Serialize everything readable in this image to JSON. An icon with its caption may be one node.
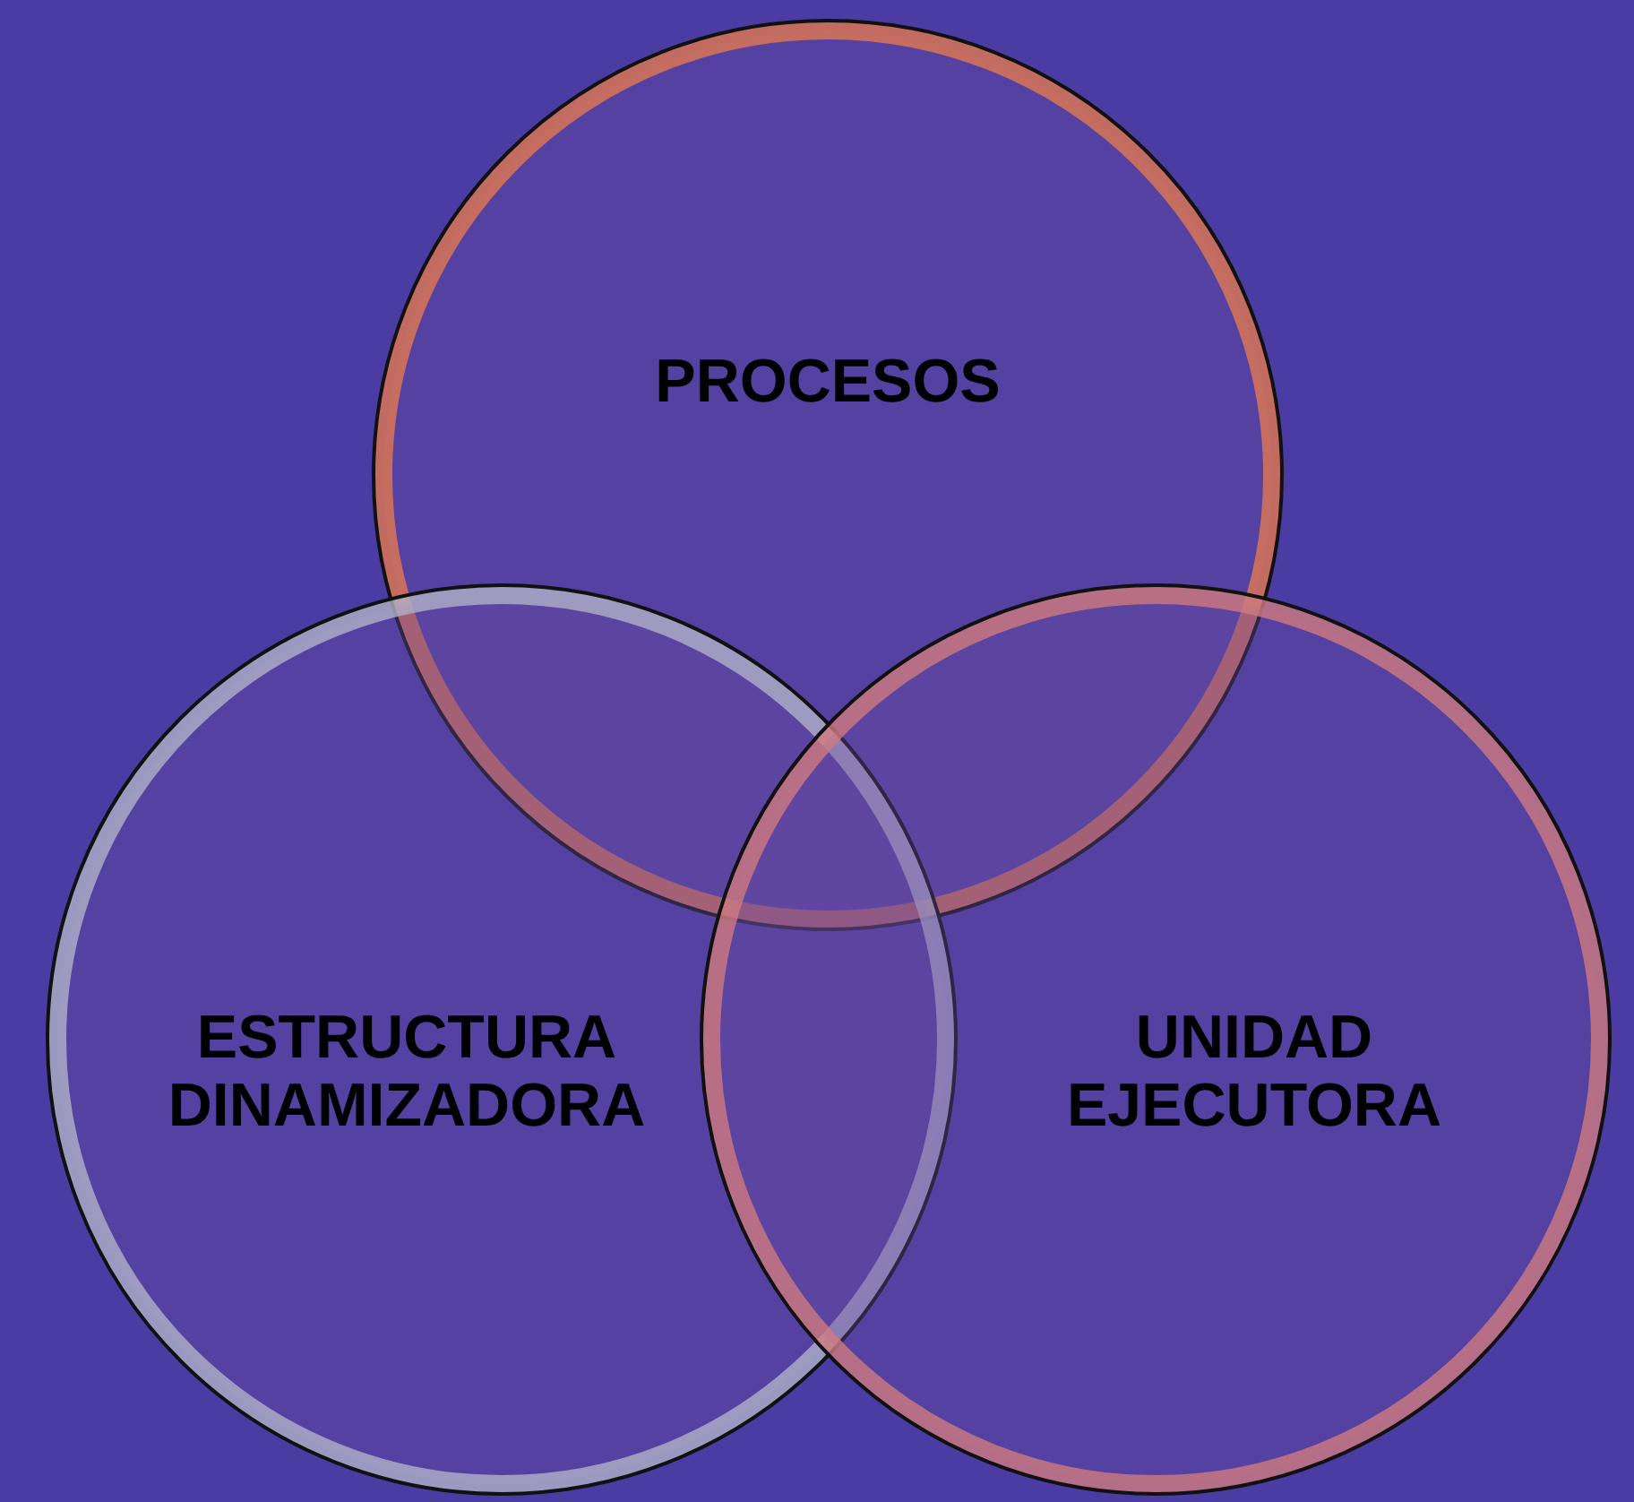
{
  "diagram": {
    "nodes": [
      {
        "text": [
          "PROCESOS"
        ]
      },
      {
        "text": [
          "ESTRUCTURA DINAMIZADORA"
        ]
      },
      {
        "text": [
          "UNIDAD EJECUTORA"
        ]
      }
    ]
  }
}
